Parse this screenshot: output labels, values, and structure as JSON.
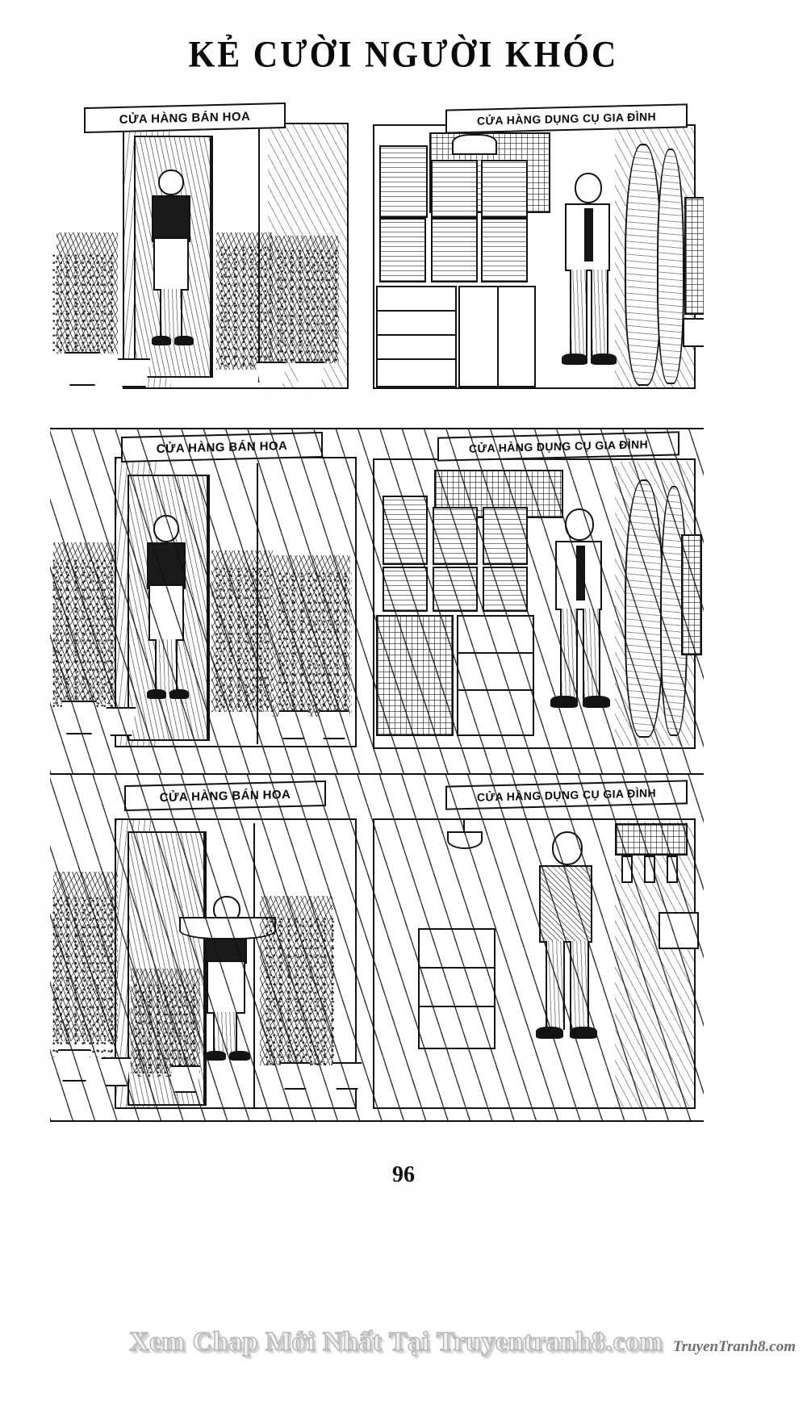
{
  "comic": {
    "title": "KẺ CƯỜI NGƯỜI KHÓC",
    "page_number": "96"
  },
  "panels": [
    {
      "number": "1",
      "signs": [
        {
          "text": "CỬA HÀNG BÁN HOA"
        },
        {
          "text": "CỬA HÀNG DỤNG CỤ GIA ĐÌNH"
        }
      ]
    },
    {
      "number": "2",
      "signs": [
        {
          "text": "CỬA HÀNG BÁN HOA"
        },
        {
          "text": "CỬA HÀNG DỤNG CỤ GIA ĐÌNH"
        }
      ]
    },
    {
      "number": "3",
      "signs": [
        {
          "text": "CỬA HÀNG BÁN HOA"
        },
        {
          "text": "CỬA HÀNG DỤNG CỤ GIA ĐÌNH"
        }
      ]
    }
  ],
  "footer": {
    "watermark": "Xem Chap Mới Nhất Tại Truyentranh8.com",
    "logo": "TruyenTranh8.com"
  },
  "colors": {
    "ink": "#111111",
    "paper": "#ffffff",
    "watermark": "#f2f2f2"
  }
}
